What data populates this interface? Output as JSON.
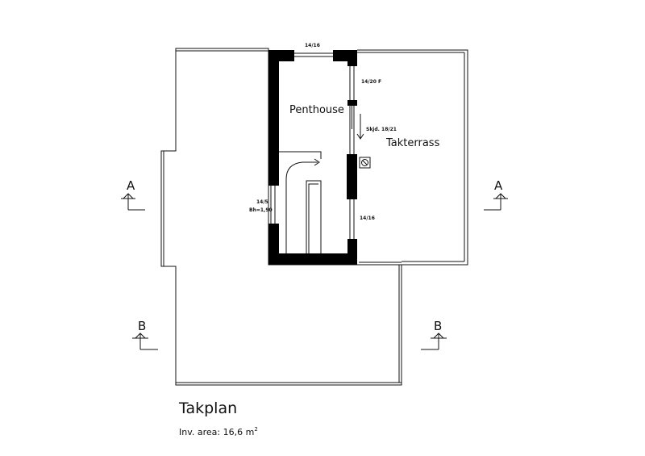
{
  "plan": {
    "title": "Takplan",
    "area_text": "Inv. area: 16,6 m",
    "area_unit_sup": "2",
    "rooms": {
      "penthouse": "Penthouse",
      "terrace": "Takterrass"
    },
    "labels": {
      "window_top": "14/16",
      "window_right_top": "14/20 F",
      "sliding_door": "Skjd. 18/21",
      "window_right_bottom": "14/16",
      "window_left_line1": "14/5",
      "window_left_line2": "Bh=1,90"
    },
    "sections": {
      "a": "A",
      "b": "B"
    }
  }
}
